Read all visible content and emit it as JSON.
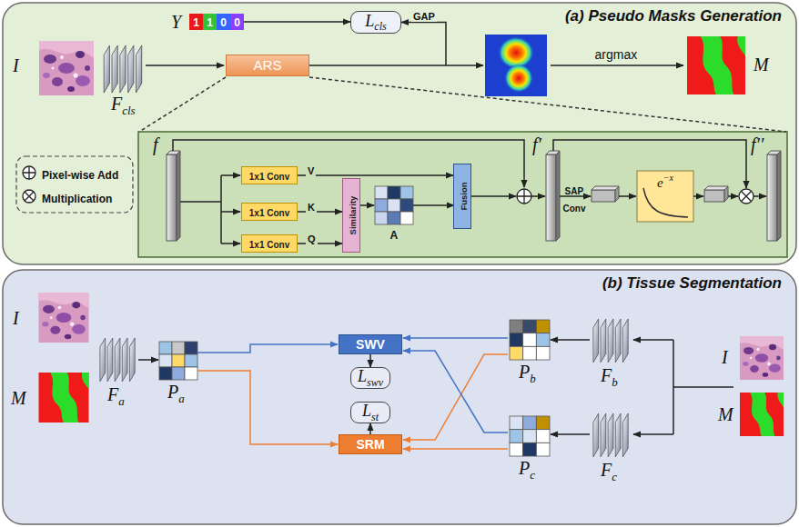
{
  "diagram": {
    "nodes": [
      {
        "text": [
          "(a) Pseudo Masks Generation"
        ]
      },
      {
        "text": [
          "1"
        ],
        "in": 0
      },
      {
        "text": [
          "1"
        ],
        "in": 0
      },
      {
        "text": [
          "0"
        ],
        "in": 0
      },
      {
        "text": [
          "0"
        ],
        "in": 0
      },
      {
        "text": [
          "L",
          "cls"
        ],
        "in": 0
      },
      {
        "text": [
          "ARS"
        ],
        "in": 0
      },
      {
        "text": [
          "1x1 Conv"
        ],
        "in": 0
      },
      {
        "text": [
          "1x1 Conv"
        ],
        "in": 0
      },
      {
        "text": [
          "1x1 Conv"
        ],
        "in": 0
      },
      {
        "text": [
          "Similarity"
        ],
        "in": 0
      },
      {
        "text": [
          "Fusion"
        ],
        "in": 0
      },
      {
        "text": [
          "e",
          "−x"
        ],
        "in": 0
      },
      {
        "text": [
          "(b) Tissue Segmentation"
        ]
      },
      {
        "text": [
          "SWV"
        ],
        "in": 13
      },
      {
        "text": [
          "L",
          "swv"
        ],
        "in": 13
      },
      {
        "text": [
          "L",
          "st"
        ],
        "in": 13
      },
      {
        "text": [
          "SRM"
        ],
        "in": 13
      }
    ],
    "edges": [
      {
        "from": 4,
        "to": 5,
        "arrow": "to"
      },
      {
        "from": 6,
        "to": 5,
        "label": "GAP",
        "arrow": "to"
      },
      {
        "from": 7,
        "to": 11,
        "label": "V",
        "arrow": "to"
      },
      {
        "from": 8,
        "to": 10,
        "label": "K",
        "arrow": "to"
      },
      {
        "from": 9,
        "to": 10,
        "label": "Q",
        "arrow": "to"
      },
      {
        "from": 14,
        "to": 15,
        "arrow": "to"
      },
      {
        "from": 17,
        "to": 16,
        "arrow": "to"
      }
    ],
    "labels": [
      "I",
      "F",
      "cls",
      "Y",
      "argmax",
      "M",
      "f",
      "A",
      "f′",
      "SAP",
      "Conv",
      "f′′",
      "I",
      "M",
      "F",
      "a",
      "P",
      "a",
      "P",
      "b",
      "F",
      "b",
      "I",
      "P",
      "c",
      "F",
      "c",
      "M"
    ],
    "legend": [
      {
        "text": "Pixel-wise Add"
      },
      {
        "text": "Multiplication"
      }
    ]
  }
}
